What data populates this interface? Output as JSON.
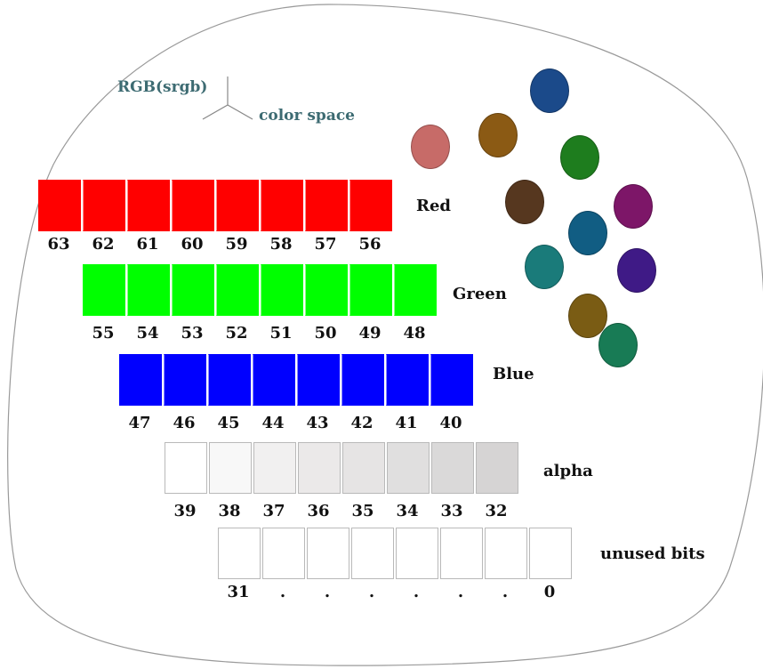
{
  "color_space": {
    "title": "RGB(srgb)",
    "subtitle": "color space"
  },
  "rows": [
    {
      "label": "Red",
      "color": "#ff0000",
      "bits": [
        "63",
        "62",
        "61",
        "60",
        "59",
        "58",
        "57",
        "56"
      ]
    },
    {
      "label": "Green",
      "color": "#00ff00",
      "bits": [
        "55",
        "54",
        "53",
        "52",
        "51",
        "50",
        "49",
        "48"
      ]
    },
    {
      "label": "Blue",
      "color": "#0000ff",
      "bits": [
        "47",
        "46",
        "45",
        "44",
        "43",
        "42",
        "41",
        "40"
      ]
    },
    {
      "label": "alpha",
      "colors": [
        "#ffffff",
        "#f8f8f8",
        "#f1f0f0",
        "#ebe9e9",
        "#e6e4e4",
        "#e0dfdf",
        "#dad9d9",
        "#d6d4d4"
      ],
      "bits": [
        "39",
        "38",
        "37",
        "36",
        "35",
        "34",
        "33",
        "32"
      ]
    },
    {
      "label": "unused bits",
      "color": "#ffffff",
      "bits": [
        "31",
        ".",
        ".",
        ".",
        ".",
        ".",
        ".",
        "0"
      ]
    }
  ],
  "swatch_colors": [
    "#1b4a8a",
    "#c76b68",
    "#8b5a14",
    "#1e7d1e",
    "#56371f",
    "#7d1668",
    "#115d83",
    "#1a7b7a",
    "#3f1a86",
    "#7a5c14",
    "#187b55"
  ]
}
